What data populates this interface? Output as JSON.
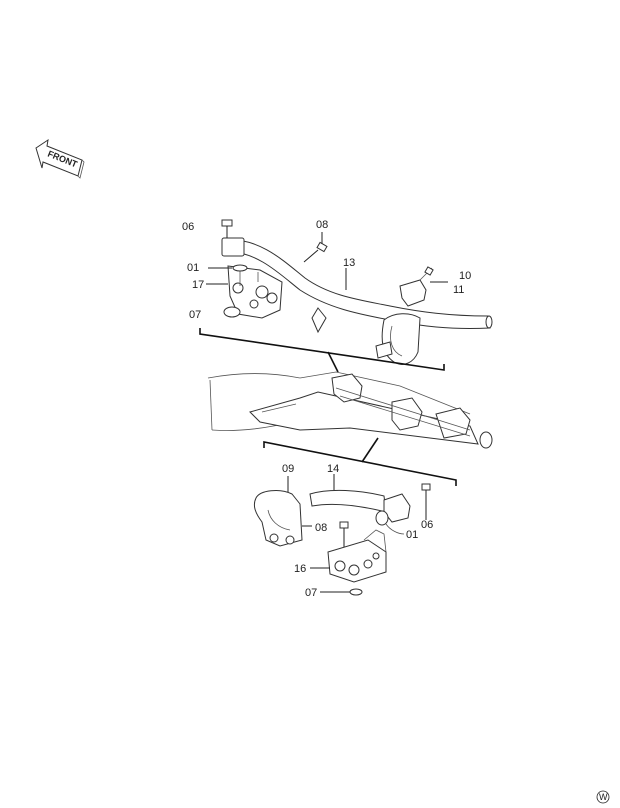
{
  "front_arrow": {
    "text": "FRONT"
  },
  "upper_labels": {
    "p06": "06",
    "p08": "08",
    "p13": "13",
    "p01": "01",
    "p17": "17",
    "p10": "10",
    "p11": "11",
    "p07": "07"
  },
  "lower_labels": {
    "p09": "09",
    "p14": "14",
    "p08": "08",
    "p06": "06",
    "p01": "01",
    "p16": "16",
    "p07": "07"
  },
  "watermark": {
    "text": "W"
  }
}
